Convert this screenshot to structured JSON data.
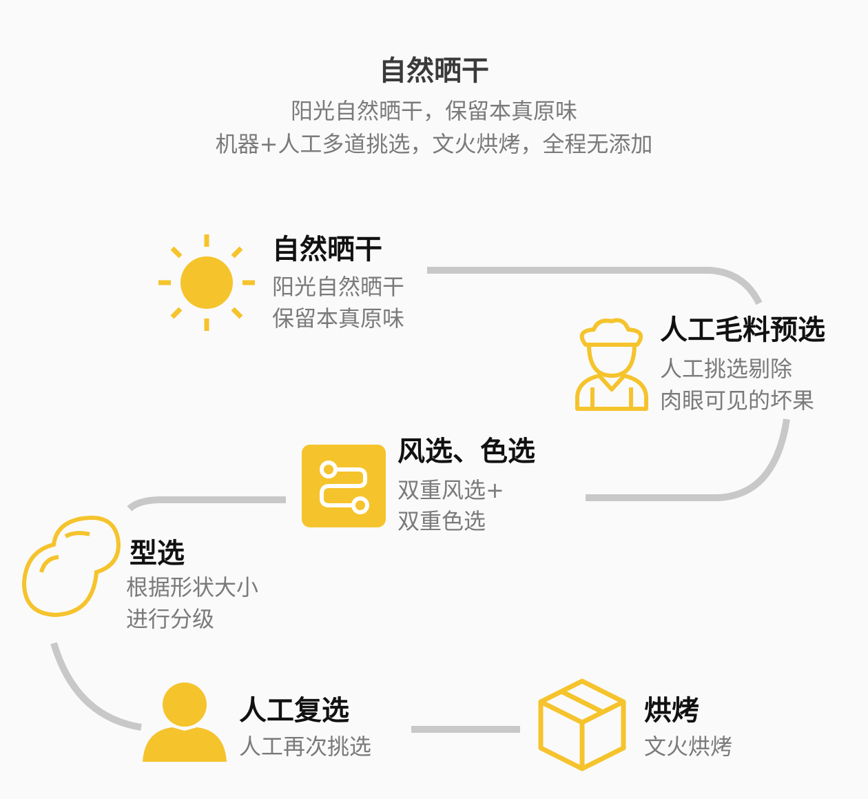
{
  "header": {
    "title": "自然晒干",
    "subtitle_lines": [
      "阳光自然晒干，保留本真原味",
      "机器+人工多道挑选，文火烘烤，全程无添加"
    ]
  },
  "colors": {
    "accent": "#F5C32C",
    "path": "#C8C8C8",
    "title": "#111111",
    "desc": "#7A7A7A"
  },
  "steps": [
    {
      "icon": "sun-icon",
      "title": "自然晒干",
      "desc": [
        "阳光自然晒干",
        "保留本真原味"
      ]
    },
    {
      "icon": "worker-icon",
      "title": "人工毛料预选",
      "desc": [
        "人工挑选剔除",
        "肉眼可见的坏果"
      ]
    },
    {
      "icon": "route-icon",
      "title": "风选、色选",
      "desc": [
        "双重风选+",
        "双重色选"
      ]
    },
    {
      "icon": "gourd-icon",
      "title": "型选",
      "desc": [
        "根据形状大小",
        "进行分级"
      ]
    },
    {
      "icon": "person-icon",
      "title": "人工复选",
      "desc": [
        "人工再次挑选"
      ]
    },
    {
      "icon": "box-icon",
      "title": "烘烤",
      "desc": [
        "文火烘烤"
      ]
    }
  ]
}
